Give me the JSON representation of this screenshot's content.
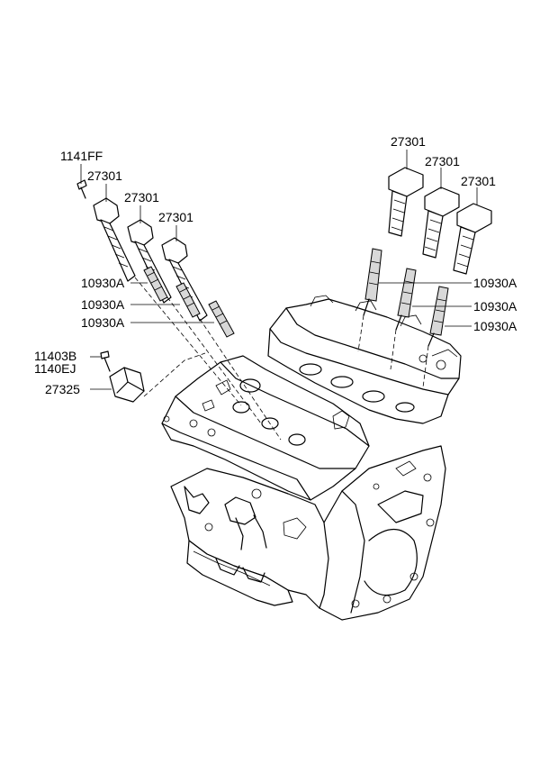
{
  "labels": {
    "bolt_left": "1141FF",
    "coil_left_1": "27301",
    "coil_left_2": "27301",
    "coil_left_3": "27301",
    "plug_left_1": "10930A",
    "plug_left_2": "10930A",
    "plug_left_3": "10930A",
    "bolt_sensor_1": "11403B",
    "bolt_sensor_2": "1140EJ",
    "sensor": "27325",
    "coil_right_1": "27301",
    "coil_right_2": "27301",
    "coil_right_3": "27301",
    "plug_right_1": "10930A",
    "plug_right_2": "10930A",
    "plug_right_3": "10930A"
  }
}
